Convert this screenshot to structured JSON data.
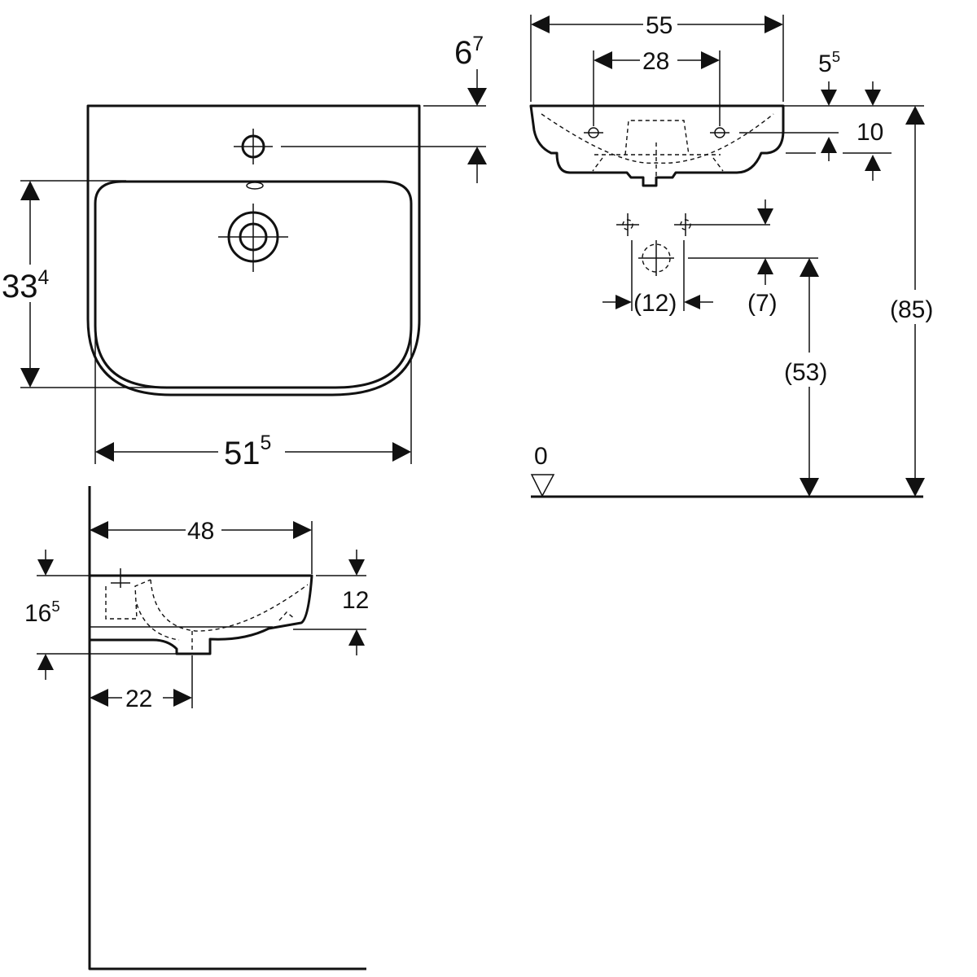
{
  "dimensions": {
    "top_offset": {
      "base": "6",
      "sup": "7"
    },
    "bowl_depth": {
      "base": "33",
      "sup": "4"
    },
    "bowl_width": {
      "base": "51",
      "sup": "5"
    },
    "overall_width": "55",
    "tap_spacing": "28",
    "rim_offset": {
      "base": "5",
      "sup": "5"
    },
    "rim_height": "10",
    "overall_height": "(85)",
    "drain_spacing": "(12)",
    "drain_offset": "(7)",
    "drain_height": "(53)",
    "floor_level": "0",
    "side_depth": "48",
    "side_height": {
      "base": "16",
      "sup": "5"
    },
    "side_rim": "12",
    "drain_distance": "22"
  }
}
